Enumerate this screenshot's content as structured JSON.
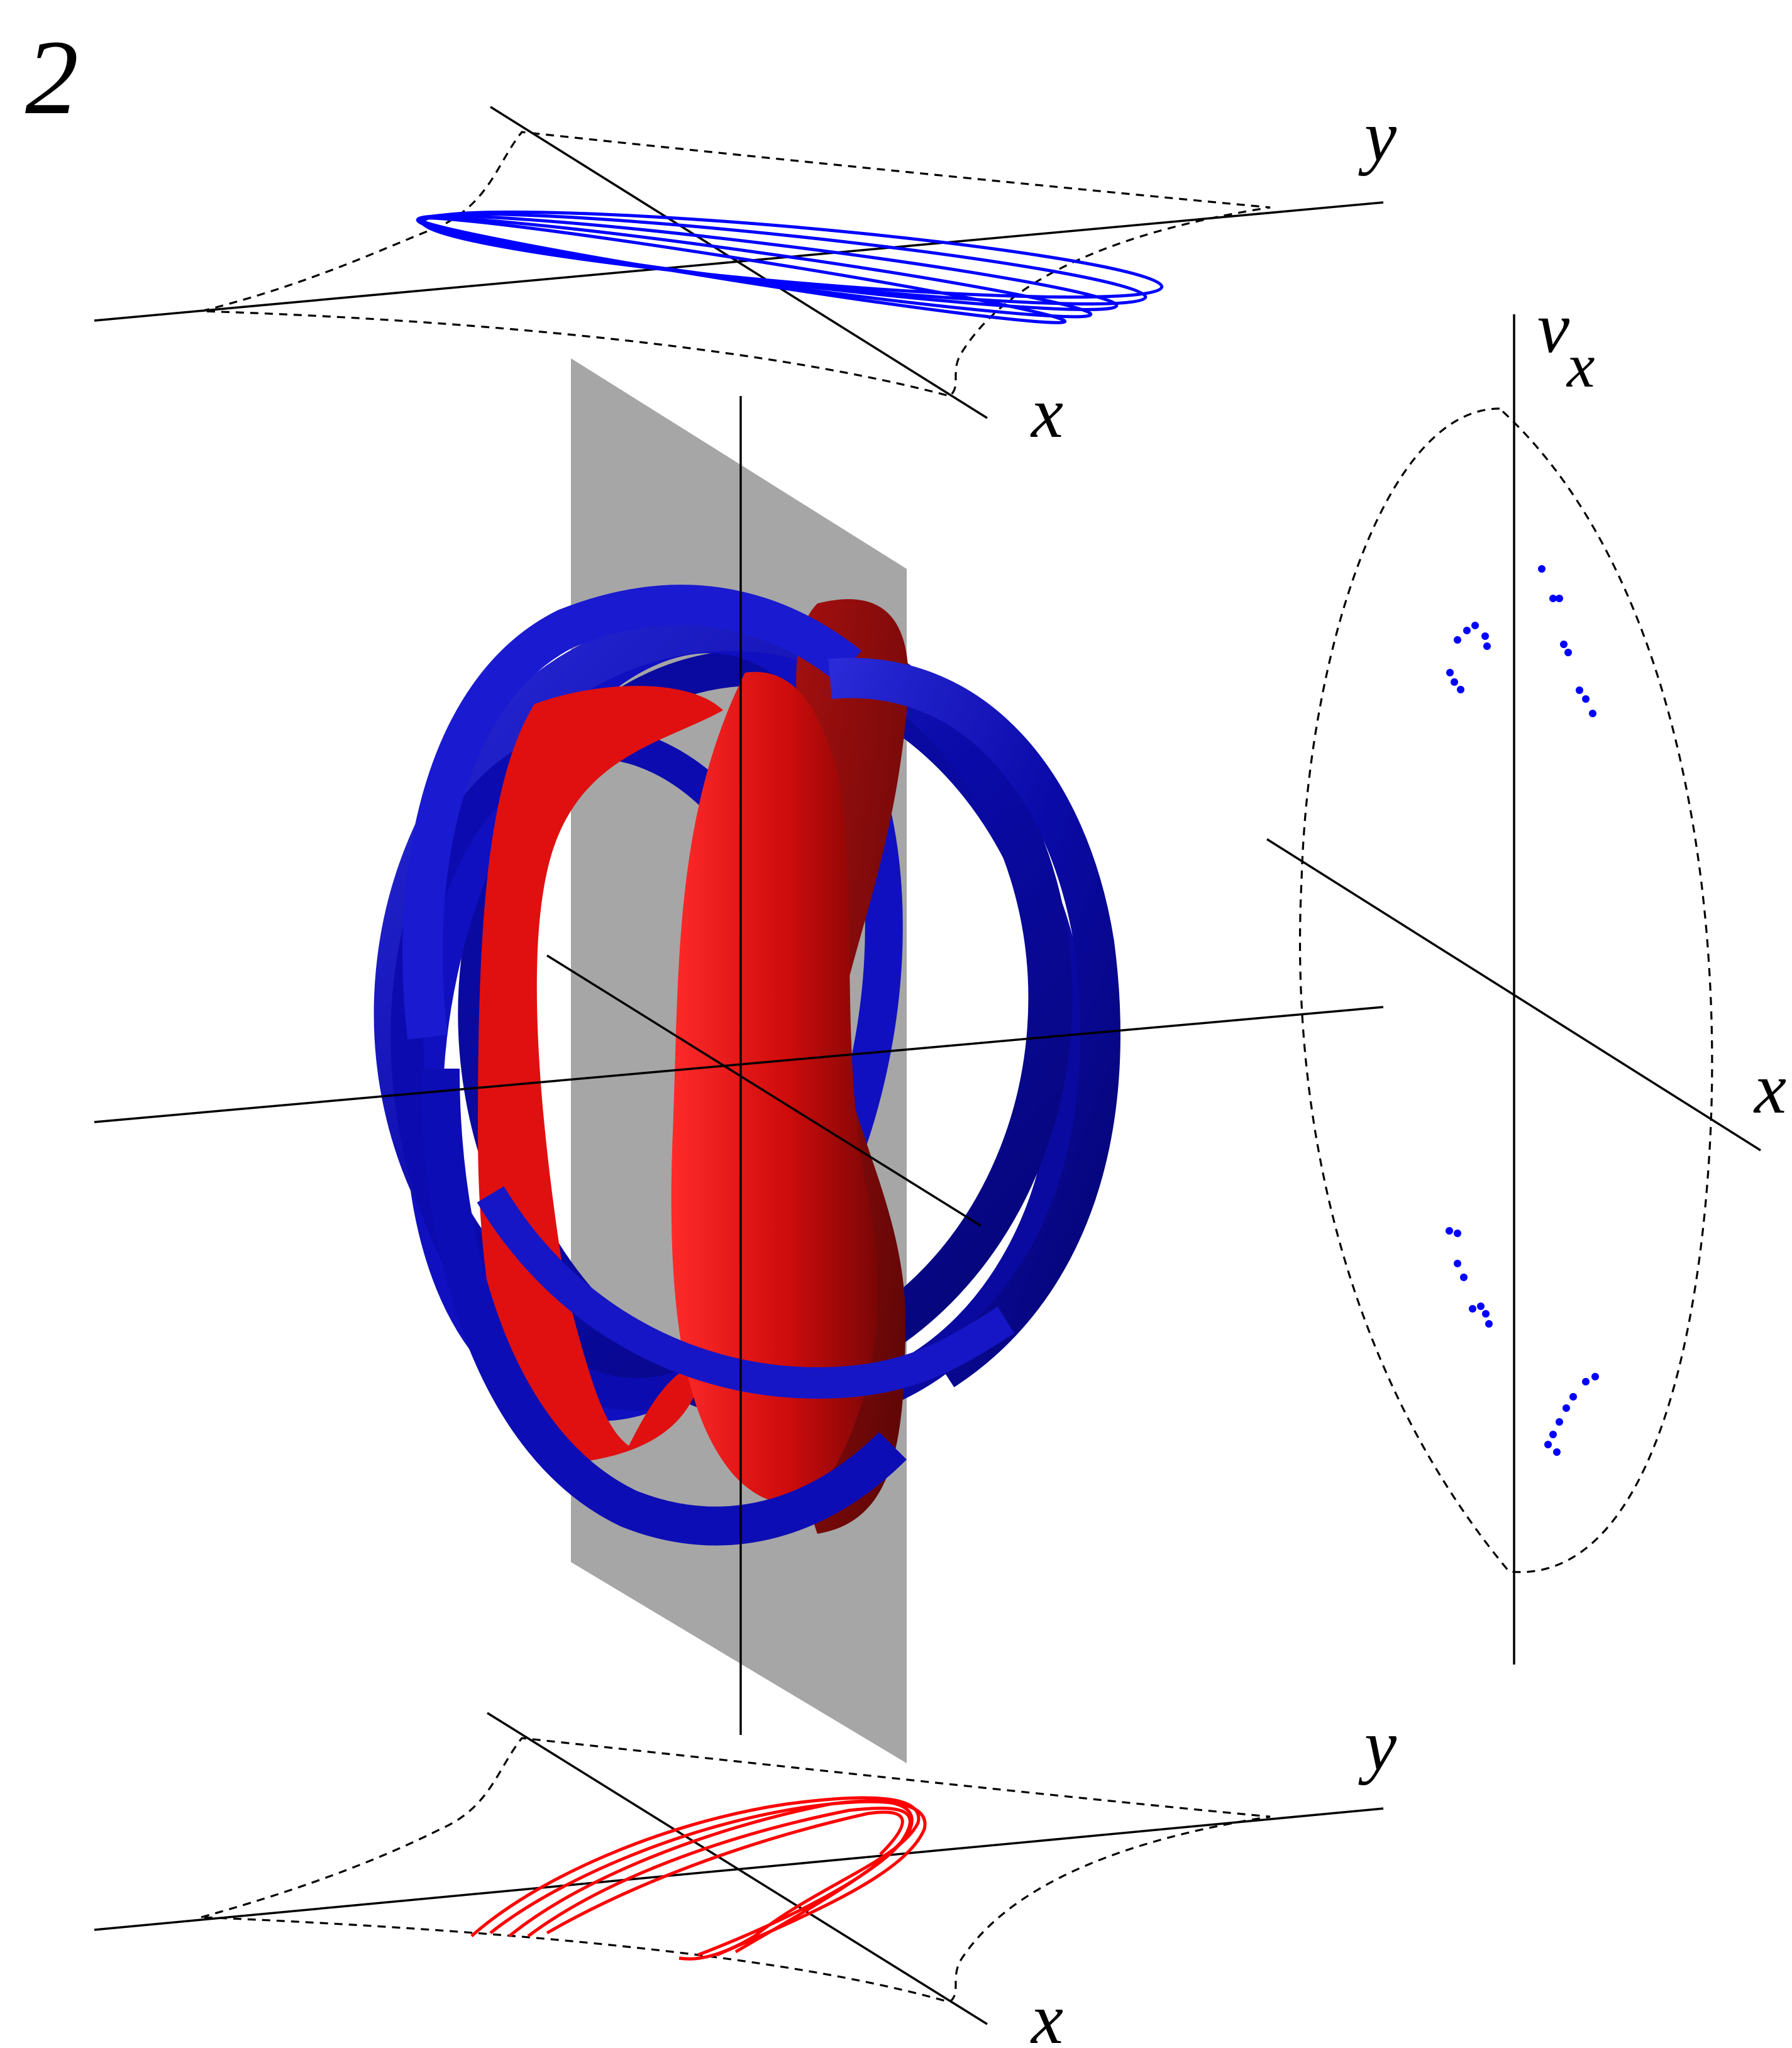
{
  "figure_number": "2",
  "top_projection": {
    "axis_x_label": "x",
    "axis_y_label": "y",
    "curve_color": "#0000ff"
  },
  "bottom_projection": {
    "axis_x_label": "x",
    "axis_y_label": "y",
    "curve_color": "#ff0000"
  },
  "section_panel": {
    "axis_v_label": "v",
    "axis_v_subscript": "x",
    "axis_x_label": "x",
    "point_color": "#0000ff"
  },
  "surfaces": {
    "blue_torus_color": "#0a0ab4",
    "red_torus_color": "#e01010",
    "section_plane_color": "#a6a6a6"
  }
}
